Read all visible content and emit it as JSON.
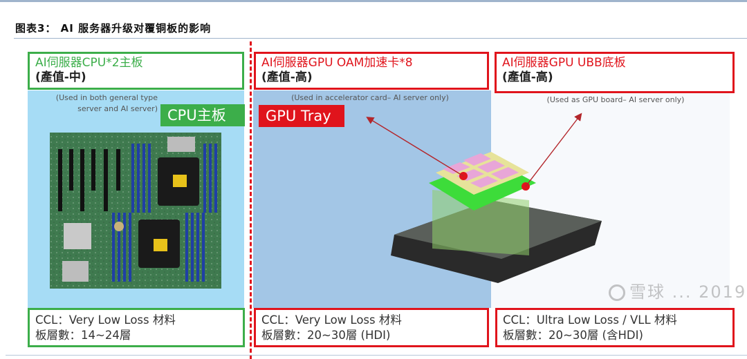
{
  "figure": {
    "title": "图表3： AI 服务器升级对覆铜板的影响"
  },
  "panels": [
    {
      "id": "cpu",
      "header_title": "AI伺服器CPU*2主板",
      "header_value": "(產值-中)",
      "caption": "(Used in both general type server and AI server)",
      "tag": "CPU主板",
      "footer_line1": "CCL：Very Low Loss 材料",
      "footer_line2": "板層數：14~24層",
      "accent": "#3cae4a"
    },
    {
      "id": "gpu",
      "header_title": "AI伺服器GPU OAM加速卡*8",
      "header_value": "(產值-高)",
      "caption": "(Used in accelerator card– AI server only)",
      "tag": "GPU Tray",
      "footer_line1": "CCL：Very Low Loss 材料",
      "footer_line2": "板層數：20~30層 (HDI)",
      "accent": "#e0141c"
    },
    {
      "id": "ubb",
      "header_title": "AI伺服器GPU UBB底板",
      "header_value": "(產值-高)",
      "caption": "(Used as GPU board– AI server only)",
      "footer_line1": "CCL：Ultra Low Loss / VLL 材料",
      "footer_line2": "板層數：20~30層 (含HDI)",
      "accent": "#e0141c"
    }
  ],
  "watermark": {
    "text": "雪球 ... 2019"
  },
  "colors": {
    "green": "#3cae4a",
    "red": "#e0141c",
    "cpu_bg": "#a6dcf5",
    "gpu_bg": "#a3c6e6"
  }
}
